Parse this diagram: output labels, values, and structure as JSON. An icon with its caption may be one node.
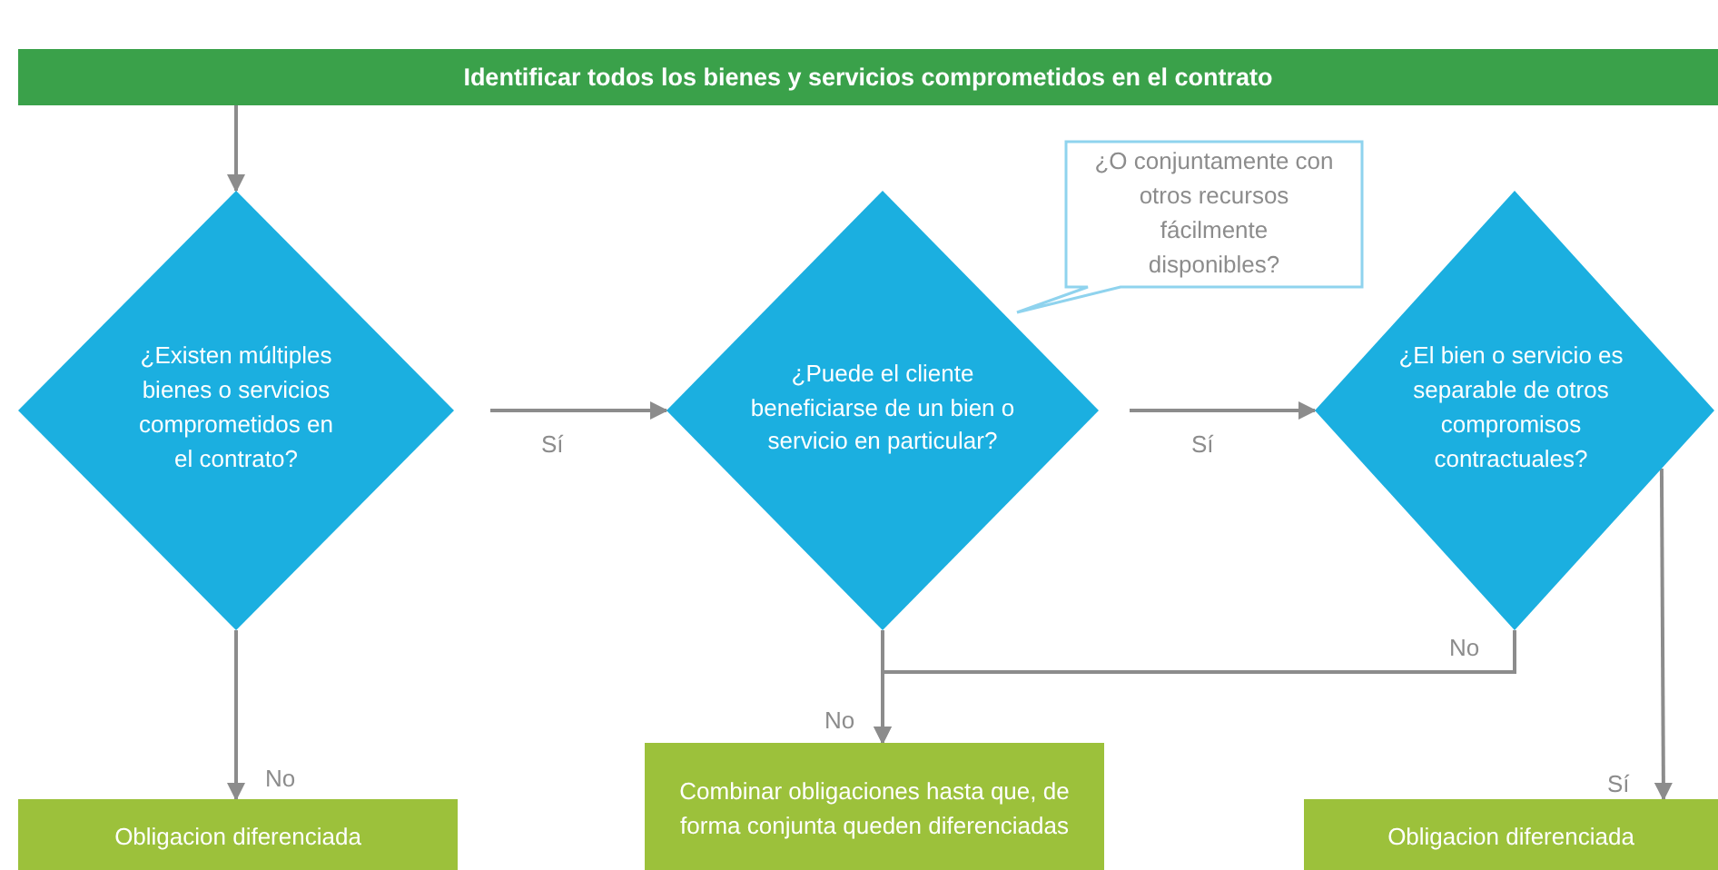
{
  "diagram": {
    "nodes": [
      {
        "text": [
          "Identificar todos los bienes y servicios comprometidos en el contrato"
        ]
      },
      {
        "text": [
          "¿Existen múltiples bienes o servicios comprometidos en el contrato?"
        ]
      },
      {
        "text": [
          "¿Puede el cliente beneficiarse de un bien o servicio en particular?"
        ]
      },
      {
        "text": [
          "¿O conjuntamente con otros recursos fácilmente disponibles?"
        ]
      },
      {
        "text": [
          "¿El bien o servicio es separable de otros compromisos contractuales?"
        ]
      },
      {
        "text": [
          "Obligacion diferenciada"
        ]
      },
      {
        "text": [
          "Combinar obligaciones hasta que, de forma conjunta queden diferenciadas"
        ]
      },
      {
        "text": [
          "Obligacion diferenciada"
        ]
      }
    ],
    "edges": [
      {
        "from": 0,
        "to": 1,
        "arrow": "to"
      },
      {
        "from": 1,
        "to": 2,
        "arrow": "to",
        "label": "Sí"
      },
      {
        "from": 2,
        "to": 4,
        "arrow": "to",
        "label": "Sí"
      },
      {
        "from": 1,
        "to": 5,
        "arrow": "to",
        "label": "No"
      },
      {
        "from": 2,
        "to": 6,
        "arrow": "to",
        "label": "No"
      },
      {
        "from": 4,
        "to": 6,
        "arrow": "to",
        "label": "No"
      },
      {
        "from": 4,
        "to": 7,
        "arrow": "to",
        "label": "Sí"
      }
    ]
  }
}
